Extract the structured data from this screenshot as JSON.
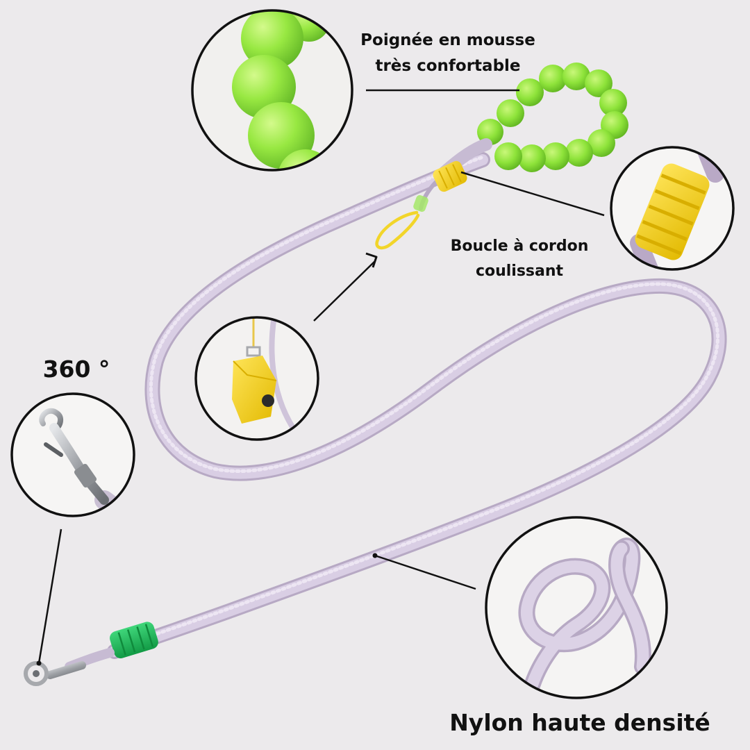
{
  "labels": {
    "handle_line1": "Poignée en mousse",
    "handle_line2": "très confortable",
    "cord_line1": "Boucle à cordon",
    "cord_line2": "coulissant",
    "swivel": "360 °",
    "nylon": "Nylon haute densité"
  },
  "colors": {
    "background": "#eceaec",
    "rope": "#d8cde3",
    "foam": "#8ee33a",
    "stopper_yellow": "#f7d51e",
    "stopper_green": "#23c460",
    "metal": "#a7a9ad",
    "line": "#111111"
  },
  "icons": {
    "handle_detail": "foam-handle-closeup-icon",
    "stopper_detail": "yellow-stopper-closeup-icon",
    "bag_detail": "poop-bag-dispenser-icon",
    "clasp_detail": "swivel-clasp-icon",
    "nylon_detail": "rope-coil-icon"
  }
}
